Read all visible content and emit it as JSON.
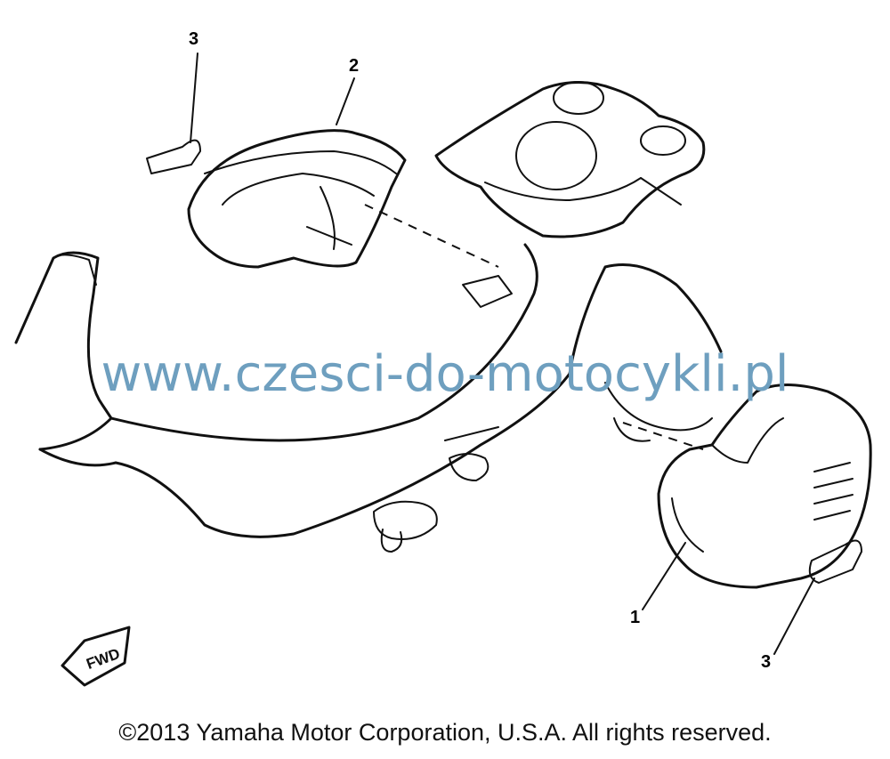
{
  "diagram": {
    "callouts": [
      {
        "id": "part-1",
        "label": "1"
      },
      {
        "id": "part-2",
        "label": "2"
      },
      {
        "id": "part-3-upper",
        "label": "3"
      },
      {
        "id": "part-3-lower",
        "label": "3"
      }
    ],
    "direction_marker": "FWD",
    "watermark": "www.czesci-do-motocykli.pl",
    "copyright": "©2013 Yamaha Motor Corporation, U.S.A. All rights reserved."
  }
}
